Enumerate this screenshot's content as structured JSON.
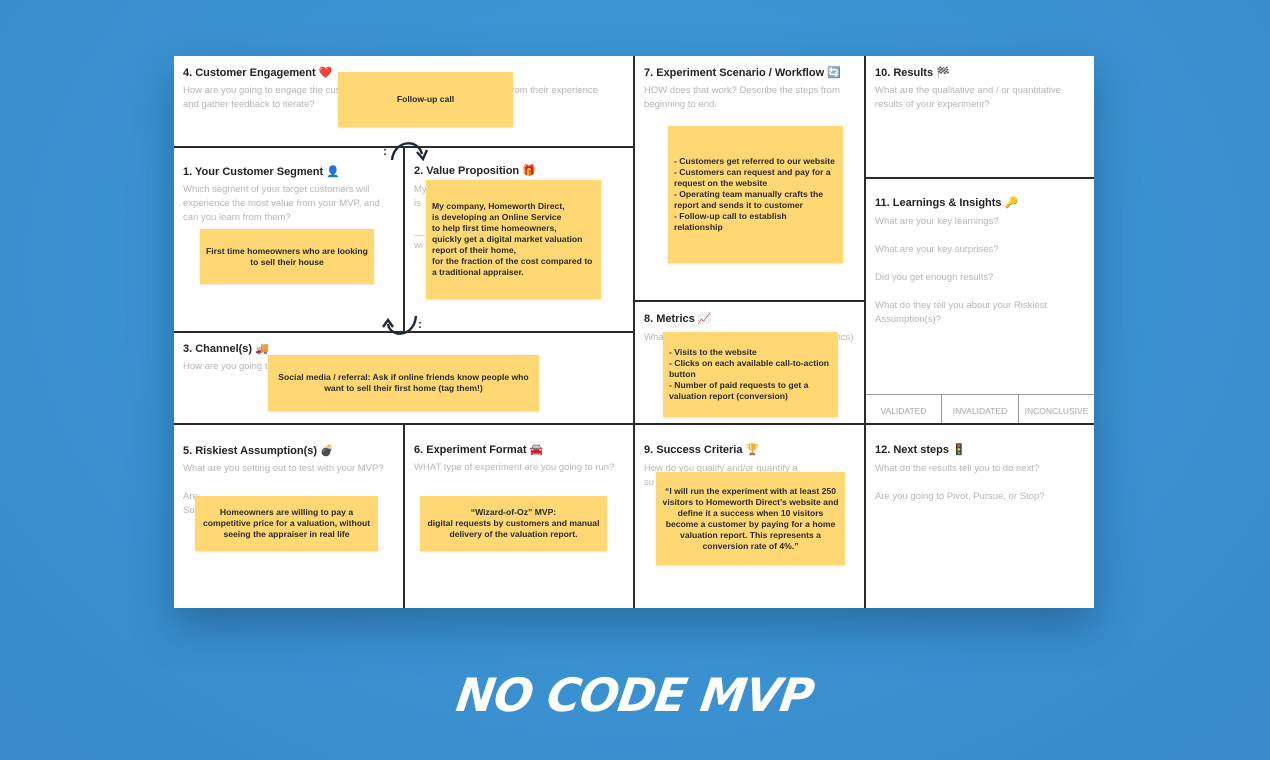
{
  "board": {
    "customer_engagement": {
      "title": "4. Customer Engagement",
      "emoji": "❤️",
      "question": "How are you going to engage the customers with your MVP and how to learn from their experience and gather feedback to iterate?",
      "note": "Follow-up call"
    },
    "customer_segment": {
      "title": "1. Your Customer Segment",
      "emoji": "👤",
      "question": "Which segment of your target customers will experience the most value from your MVP, and can you learn from them?",
      "note": "First time homeowners who are looking to sell their house"
    },
    "value_proposition": {
      "title": "2. Value Proposition",
      "emoji": "🎁",
      "question_fragments": [
        "My",
        "is",
        "__",
        "wi"
      ],
      "note": "My company, Homeworth Direct,\nis developing an Online Service\nto help first time homeowners,\nquickly get a digital market valuation report of their home,\nfor the fraction of the cost compared to a traditional appraiser."
    },
    "channels": {
      "title": "3. Channel(s)",
      "emoji": "🚚",
      "question": "How are you going to deliver your Value Proposition to them?",
      "note": "Social media / referral: Ask if online friends know people who want to sell their first home (tag them!)"
    },
    "experiment_scenario": {
      "title": "7. Experiment Scenario / Workflow",
      "emoji": "🔄",
      "question": "HOW does that work? Describe the steps from beginning to end.",
      "note": "- Customers get referred to our website\n- Customers can request and pay for a request on the website\n- Operating team manually crafts the report and sends it to customer\n- Follow-up call to establish relationship"
    },
    "metrics": {
      "title": "8. Metrics",
      "emoji": "📈",
      "question_fragments": [
        "Wha",
        "trics)"
      ],
      "note": "- Visits to the website\n- Clicks on each available call-to-action button\n- Number of paid requests to get a valuation report (conversion)"
    },
    "results": {
      "title": "10. Results",
      "emoji": "🏁",
      "question": "What are the qualitative and / or quantitative results of your experiment?"
    },
    "learnings": {
      "title": "11. Learnings & Insights",
      "emoji": "🔑",
      "questions": [
        "What are your key learnings?",
        "What are your key surprises?",
        "Did you get enough results?",
        "What do they tell you about your Riskiest Assumption(s)?"
      ],
      "statuses": [
        "VALIDATED",
        "INVALIDATED",
        "INCONCLUSIVE"
      ]
    },
    "riskiest_assumption": {
      "title": "5. Riskiest Assumption(s)",
      "emoji": "💣",
      "question": "What are you setting out to test with your MVP?",
      "question2_fragments": [
        "Are",
        "Sol"
      ],
      "note": "Homeowners are willing to pay a competitive price for a valuation, without seeing the appraiser in real life"
    },
    "experiment_format": {
      "title": "6. Experiment Format",
      "emoji": "🚘",
      "question": "WHAT type of experiment are you going to run?",
      "note": "“Wizard-of-Oz” MVP:\ndigital requests by customers and manual delivery of the valuation report."
    },
    "success_criteria": {
      "title": "9. Success Criteria",
      "emoji": "🏆",
      "question_fragments": [
        "How do you qualify and/or quantify a",
        "su"
      ],
      "note": "“I will run the experiment with at least 250 visitors to Homeworth Direct’s website and define it a success when 10 visitors become a customer by paying for a home valuation report. This represents a conversion rate of 4%.”"
    },
    "next_steps": {
      "title": "12. Next steps",
      "emoji": "🚦",
      "questions": [
        "What do the results tell you to do next?",
        "Are you going to Pivot, Pursue, or Stop?"
      ]
    }
  },
  "brand": {
    "logo_text": "NO CODE MVP"
  }
}
